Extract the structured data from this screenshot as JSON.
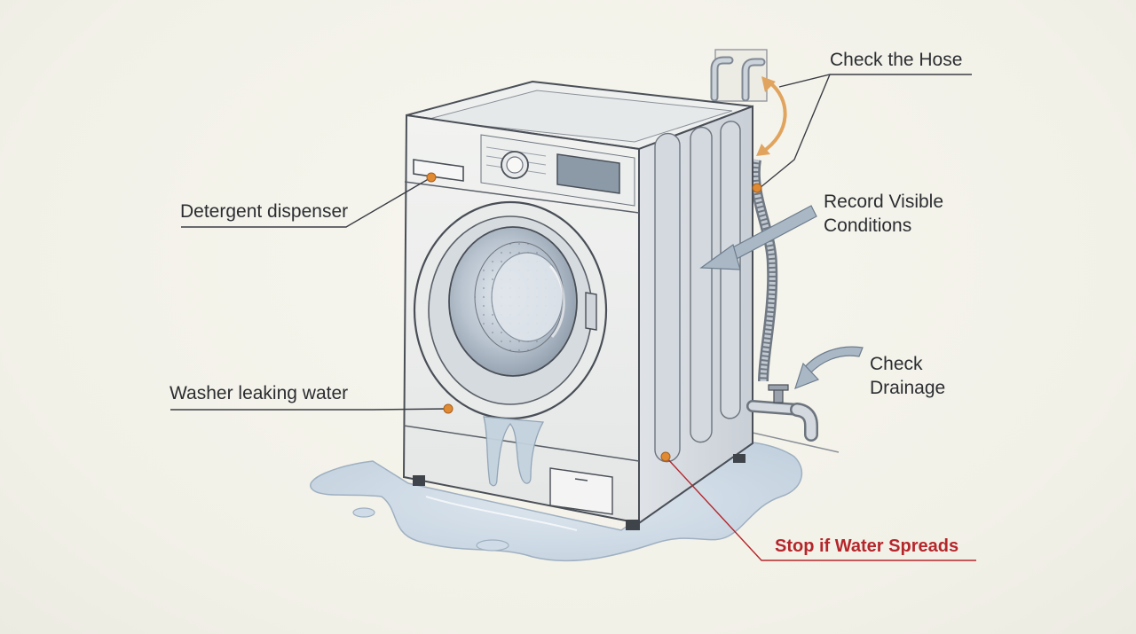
{
  "callouts": {
    "check_hose": "Check the Hose",
    "detergent_dispenser": "Detergent dispenser",
    "record_line1": "Record Visible",
    "record_line2": "Conditions",
    "check_drainage_line1": "Check",
    "check_drainage_line2": "Drainage",
    "washer_leaking": "Washer leaking water",
    "stop_spreads": "Stop if Water Spreads"
  },
  "colors": {
    "marker": "#e08a33",
    "warning": "#b5262b",
    "arrow": "#aab8c6",
    "hose_arrow": "#e0a45e",
    "leader": "#3a3d44",
    "water": "#c9d6e2"
  }
}
